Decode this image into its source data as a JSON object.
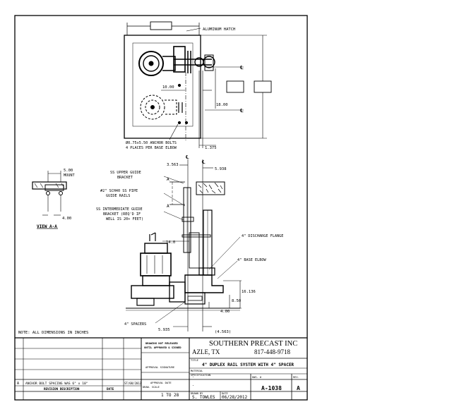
{
  "drawing": {
    "labels": {
      "aluminum_hatch": "ALUMINUM HATCH",
      "dim_10": "10.00",
      "dim_18": "18.00",
      "anchor_bolts_1": "Ø0.75x5.50 ANCHOR BOLTS",
      "anchor_bolts_2": "4 PLACES PER BASE ELBOW",
      "dim_1375": "1.375",
      "dim_3563": "3.563",
      "dim_5938": "5.938",
      "ss_upper_1": "SS UPPER GUIDE",
      "ss_upper_2": "BRACKET",
      "pipe_1": "#2\" SCH40 SS PIPE",
      "pipe_2": "GUIDE RAILS",
      "inter_1": "SS INTERMEDIATE GUIDE",
      "inter_2": "BRACKET (REQ'D IF",
      "inter_3": "WELL IS 20+ FEET)",
      "dim_14": "14.0",
      "discharge_flange": "4\" DISCHARGE FLANGE",
      "base_elbow": "4\" BASE ELBOW",
      "dim_16136": "16.136",
      "dim_850": "8.50",
      "dim_400b": "4.00",
      "spacers": "4\" SPACERS",
      "dim_5935": "5.935",
      "dim_4563": "(4.563)",
      "view_dim_500": "5.00",
      "view_mount": "MOUNT",
      "view_dim_400": "4.00",
      "view_title": "VIEW A-A",
      "section_a": "A",
      "cl": "℄",
      "note": "NOTE: ALL DIMENSIONS IN INCHES"
    }
  },
  "title_block": {
    "notice_1": "DRAWING NOT RELEASED",
    "notice_2": "UNTIL APPROVED & SIGNED",
    "approval_signature": "APPROVAL SIGNATURE",
    "approval_date": "APPROVAL DATE",
    "company": "SOUTHERN PRECAST INC",
    "city": "AZLE, TX",
    "phone": "817-448-9718",
    "title_hdr": "TITLE",
    "title": "4\" DUPLEX RAIL SYSTEM WITH 4\" SPACER",
    "material_hdr": "MATERIAL",
    "material": "-",
    "specification_hdr": "SPECIFICATION",
    "specification": "-",
    "dwg_hdr": "DWG. #",
    "dwg_no": "A-1038",
    "rev_hdr": "REV.",
    "rev": "A",
    "scale_hdr": "DRAW. SCALE",
    "scale": "1 TO 28",
    "drawn_hdr": "DRAWN BY",
    "drawn_by": "S. TOWLES",
    "date_hdr": "DATE",
    "date": "06/28/2012",
    "revision": {
      "letter": "A",
      "description": "ANCHOR BOLT SPACING WAS 6\" x 10\"",
      "by_date": "ST/08/2012"
    },
    "rev_col_desc": "REVISION DESCRIPTION",
    "rev_col_date": "DATE"
  }
}
